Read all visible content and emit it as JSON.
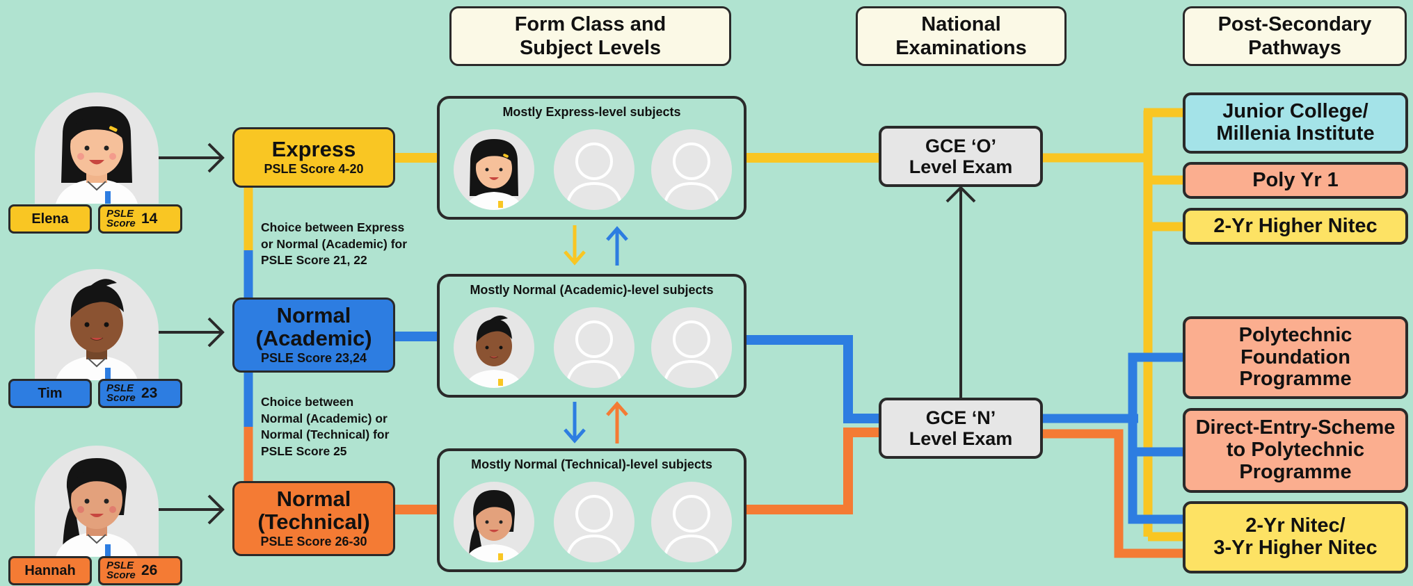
{
  "colors": {
    "background": "#b0e3d0",
    "express": "#f9c623",
    "normal_academic": "#2d7de1",
    "normal_technical": "#f47b34",
    "jc": "#a4e3e8",
    "poly": "#fbae8f",
    "nitec": "#fde264",
    "header": "#fbf9e6",
    "exam": "#e6e6e6"
  },
  "headers": {
    "form_class": "Form Class and\nSubject Levels",
    "national": "National\nExaminations",
    "post_secondary": "Post-Secondary\nPathways"
  },
  "students": [
    {
      "name": "Elena",
      "score_label": "PSLE Score",
      "score": "14"
    },
    {
      "name": "Tim",
      "score_label": "PSLE Score",
      "score": "23"
    },
    {
      "name": "Hannah",
      "score_label": "PSLE Score",
      "score": "26"
    }
  ],
  "streams": [
    {
      "name": "Express",
      "score_range": "PSLE Score 4-20"
    },
    {
      "name": "Normal\n(Academic)",
      "score_range": "PSLE Score 23,24"
    },
    {
      "name": "Normal\n(Technical)",
      "score_range": "PSLE Score 26-30"
    }
  ],
  "choices": [
    "Choice between Express\nor Normal (Academic) for\nPSLE Score 21, 22",
    "Choice between\nNormal (Academic) or\nNormal (Technical) for\nPSLE Score 25"
  ],
  "classes": [
    {
      "title": "Mostly Express-level subjects"
    },
    {
      "title": "Mostly Normal (Academic)-level subjects"
    },
    {
      "title": "Mostly Normal (Technical)-level subjects"
    }
  ],
  "exams": {
    "o_level": "GCE ‘O’\nLevel Exam",
    "n_level": "GCE ‘N’\nLevel Exam"
  },
  "pathways": [
    {
      "label": "Junior College/\nMillenia Institute"
    },
    {
      "label": "Poly Yr 1"
    },
    {
      "label": "2-Yr Higher Nitec"
    },
    {
      "label": "Polytechnic\nFoundation\nProgramme"
    },
    {
      "label": "Direct-Entry-Scheme\nto Polytechnic\nProgramme"
    },
    {
      "label": "2-Yr Nitec/\n3-Yr Higher Nitec"
    }
  ]
}
